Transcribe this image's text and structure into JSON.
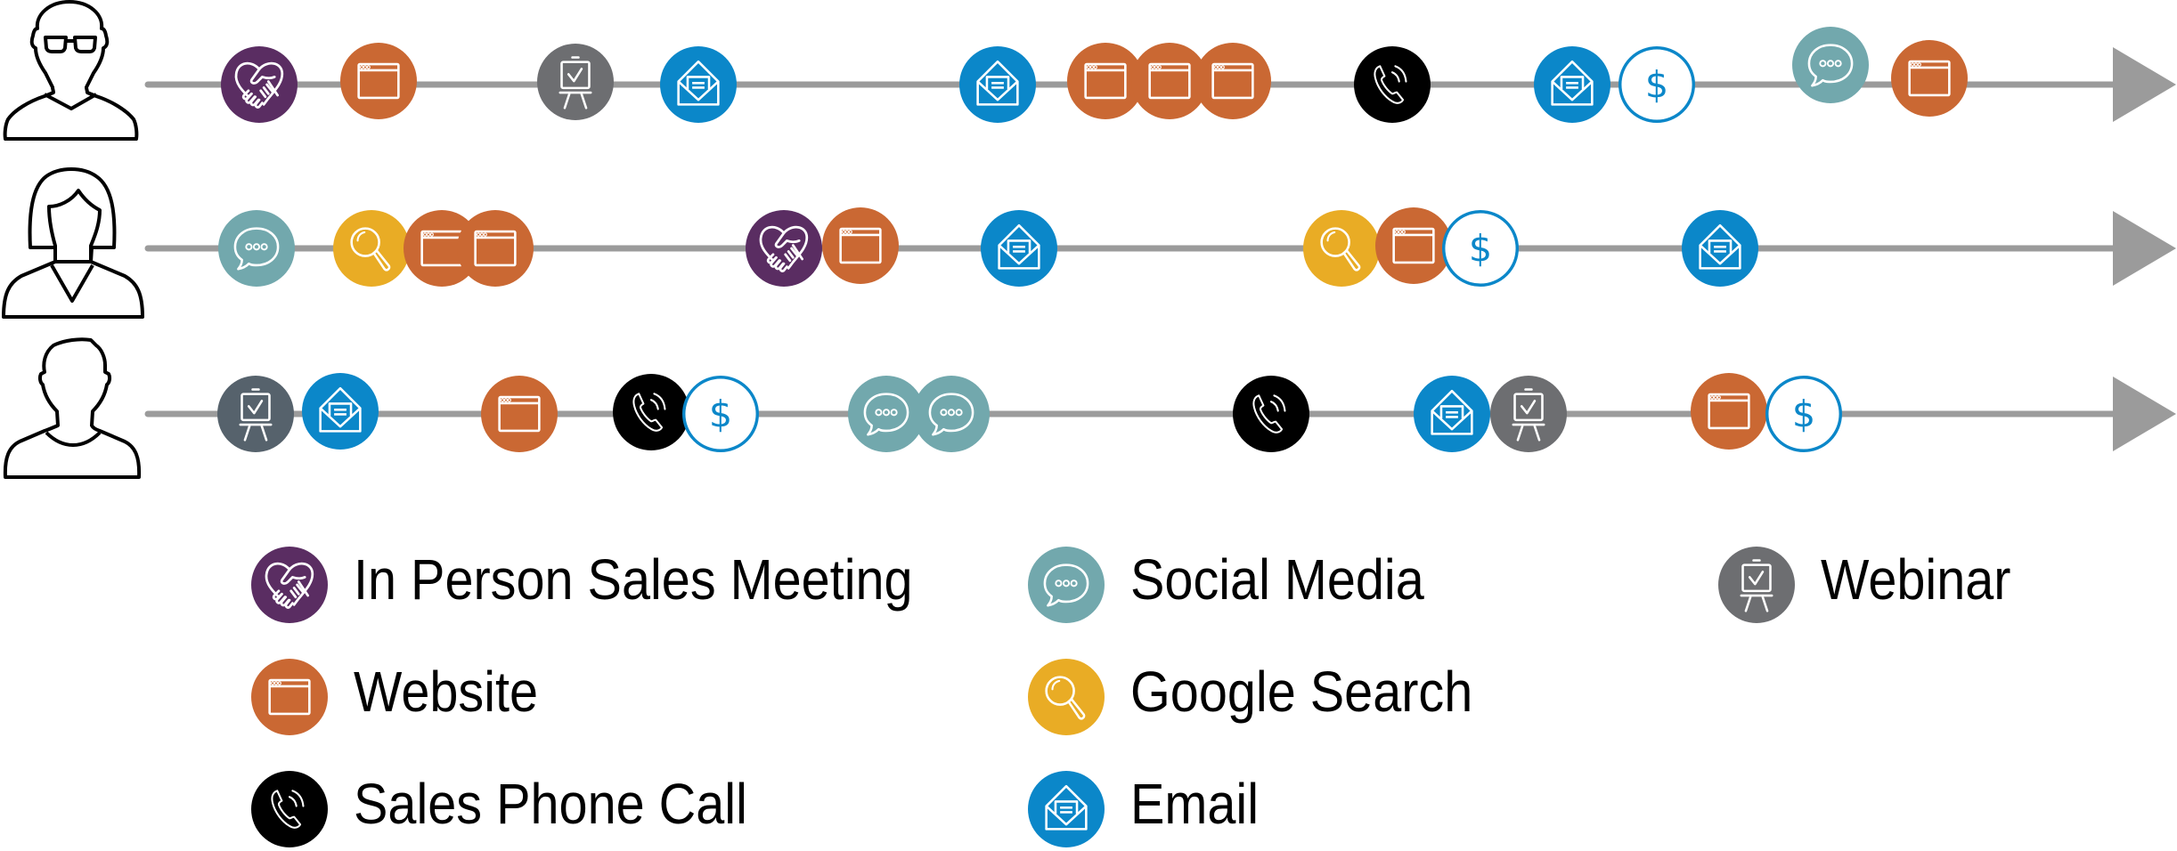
{
  "touchpoint_types": {
    "meeting": {
      "label": "In Person Sales Meeting",
      "icon": "handshake-icon",
      "color": "#5a2d62"
    },
    "website": {
      "label": "Website",
      "icon": "browser-window-icon",
      "color": "#ca6833"
    },
    "phone": {
      "label": "Sales Phone Call",
      "icon": "phone-icon",
      "color": "#000000"
    },
    "social": {
      "label": "Social Media",
      "icon": "speech-bubble-icon",
      "color": "#72a8ad"
    },
    "search": {
      "label": "Google Search",
      "icon": "magnifier-icon",
      "color": "#e9ac25"
    },
    "email": {
      "label": "Email",
      "icon": "envelope-icon",
      "color": "#0b87c9"
    },
    "webinar": {
      "label": "Webinar",
      "icon": "easel-icon",
      "color": "#6d6e71"
    },
    "webinar_dark": {
      "label": "Webinar",
      "icon": "easel-icon",
      "color": "#56626c"
    },
    "purchase": {
      "label": "Purchase",
      "icon": "dollar-icon",
      "color": "#0b87c9"
    }
  },
  "journeys": [
    {
      "persona": "man-with-glasses",
      "touchpoints": [
        "meeting",
        "website",
        "webinar",
        "email",
        "email",
        "website",
        "website",
        "website",
        "phone",
        "email",
        "purchase",
        "social",
        "website"
      ]
    },
    {
      "persona": "woman",
      "touchpoints": [
        "social",
        "search",
        "website",
        "website",
        "meeting",
        "website",
        "email",
        "search",
        "website",
        "purchase",
        "email"
      ]
    },
    {
      "persona": "man",
      "touchpoints": [
        "webinar_dark",
        "email",
        "website",
        "phone",
        "purchase",
        "social",
        "social",
        "phone",
        "email",
        "webinar",
        "website",
        "purchase"
      ]
    }
  ],
  "legend": [
    {
      "type": "meeting",
      "label": "In Person Sales Meeting"
    },
    {
      "type": "website",
      "label": "Website"
    },
    {
      "type": "phone",
      "label": "Sales Phone Call"
    },
    {
      "type": "social",
      "label": "Social Media"
    },
    {
      "type": "search",
      "label": "Google Search"
    },
    {
      "type": "email",
      "label": "Email"
    },
    {
      "type": "webinar",
      "label": "Webinar"
    }
  ],
  "colors": {
    "timeline": "#9b9b9b",
    "outline": "#000000"
  }
}
